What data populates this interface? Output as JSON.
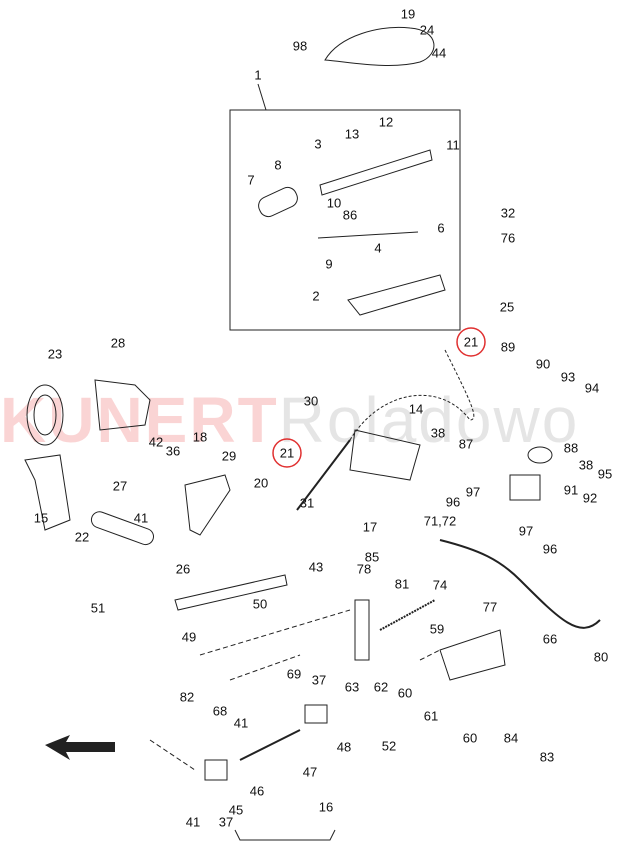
{
  "watermark": {
    "brand": "KUNERT",
    "place": "Roladowo"
  },
  "highlight_color": "#e03030",
  "callouts": [
    "19",
    "24",
    "98",
    "44",
    "1",
    "13",
    "12",
    "3",
    "8",
    "11",
    "7",
    "10",
    "86",
    "6",
    "32",
    "76",
    "9",
    "4",
    "2",
    "25",
    "21",
    "89",
    "90",
    "93",
    "94",
    "23",
    "28",
    "14",
    "30",
    "38",
    "87",
    "88",
    "42",
    "36",
    "18",
    "29",
    "21",
    "27",
    "38",
    "95",
    "91",
    "92",
    "96",
    "97",
    "97",
    "96",
    "71,72",
    "20",
    "31",
    "17",
    "15",
    "41",
    "22",
    "26",
    "85",
    "43",
    "78",
    "81",
    "74",
    "77",
    "51",
    "50",
    "49",
    "59",
    "66",
    "80",
    "63",
    "62",
    "60",
    "69",
    "37",
    "82",
    "68",
    "41",
    "61",
    "60",
    "84",
    "83",
    "52",
    "48",
    "47",
    "46",
    "45",
    "16",
    "41",
    "37"
  ],
  "highlighted_callouts": [
    "21"
  ]
}
